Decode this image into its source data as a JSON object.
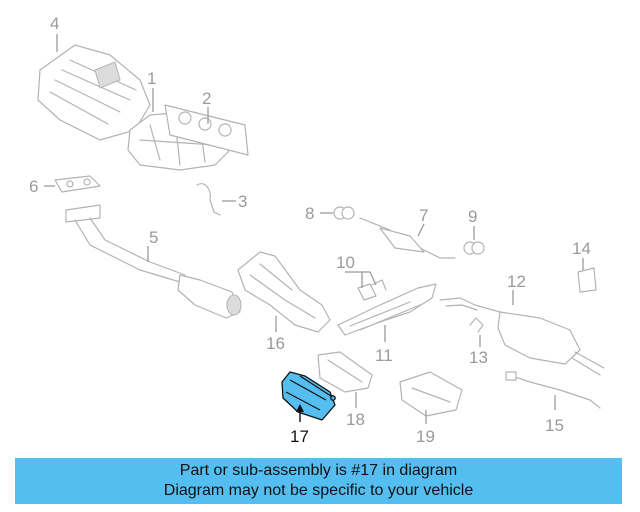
{
  "diagram": {
    "callouts": [
      "1",
      "2",
      "3",
      "4",
      "5",
      "6",
      "7",
      "8",
      "9",
      "10",
      "11",
      "12",
      "13",
      "14",
      "15",
      "16",
      "17",
      "18",
      "19"
    ],
    "highlighted_callout": "17",
    "colors": {
      "highlight": "#55bef0",
      "parts": "#b3b3b3",
      "labels": "#9a9a9a",
      "banner": "#55bef0"
    }
  },
  "banner": {
    "line1": "Part or sub-assembly is #17 in diagram",
    "line2": "Diagram may not be specific to your vehicle"
  }
}
